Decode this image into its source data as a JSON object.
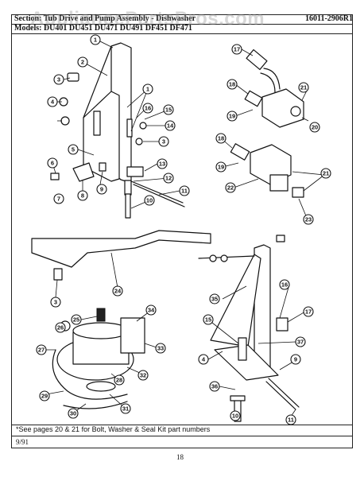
{
  "header": {
    "section_text": "Section: Tub Drive and Pump Assembly - Dishwasher",
    "part_number": "16011-2906R1",
    "models_label": "Models:",
    "models": "DU401  DU451  DU471  DU491  DF451  DF471"
  },
  "watermark": "AppliancePartsPros.com",
  "callouts": [
    "1",
    "1",
    "2",
    "3",
    "3",
    "3",
    "4",
    "4",
    "5",
    "6",
    "7",
    "8",
    "9",
    "9",
    "10",
    "10",
    "11",
    "11",
    "12",
    "13",
    "14",
    "15",
    "15",
    "16",
    "16",
    "17",
    "17",
    "18",
    "18",
    "19",
    "19",
    "20",
    "21",
    "21",
    "22",
    "23",
    "24",
    "25",
    "26",
    "27",
    "28",
    "29",
    "30",
    "31",
    "32",
    "33",
    "34",
    "35",
    "36",
    "37"
  ],
  "footer": {
    "note": "*See pages 20 & 21 for Bolt, Washer & Seal Kit part numbers",
    "date": "9/91",
    "page_number": "18"
  },
  "colors": {
    "line": "#111111",
    "watermark": "#969696",
    "background": "#ffffff"
  }
}
